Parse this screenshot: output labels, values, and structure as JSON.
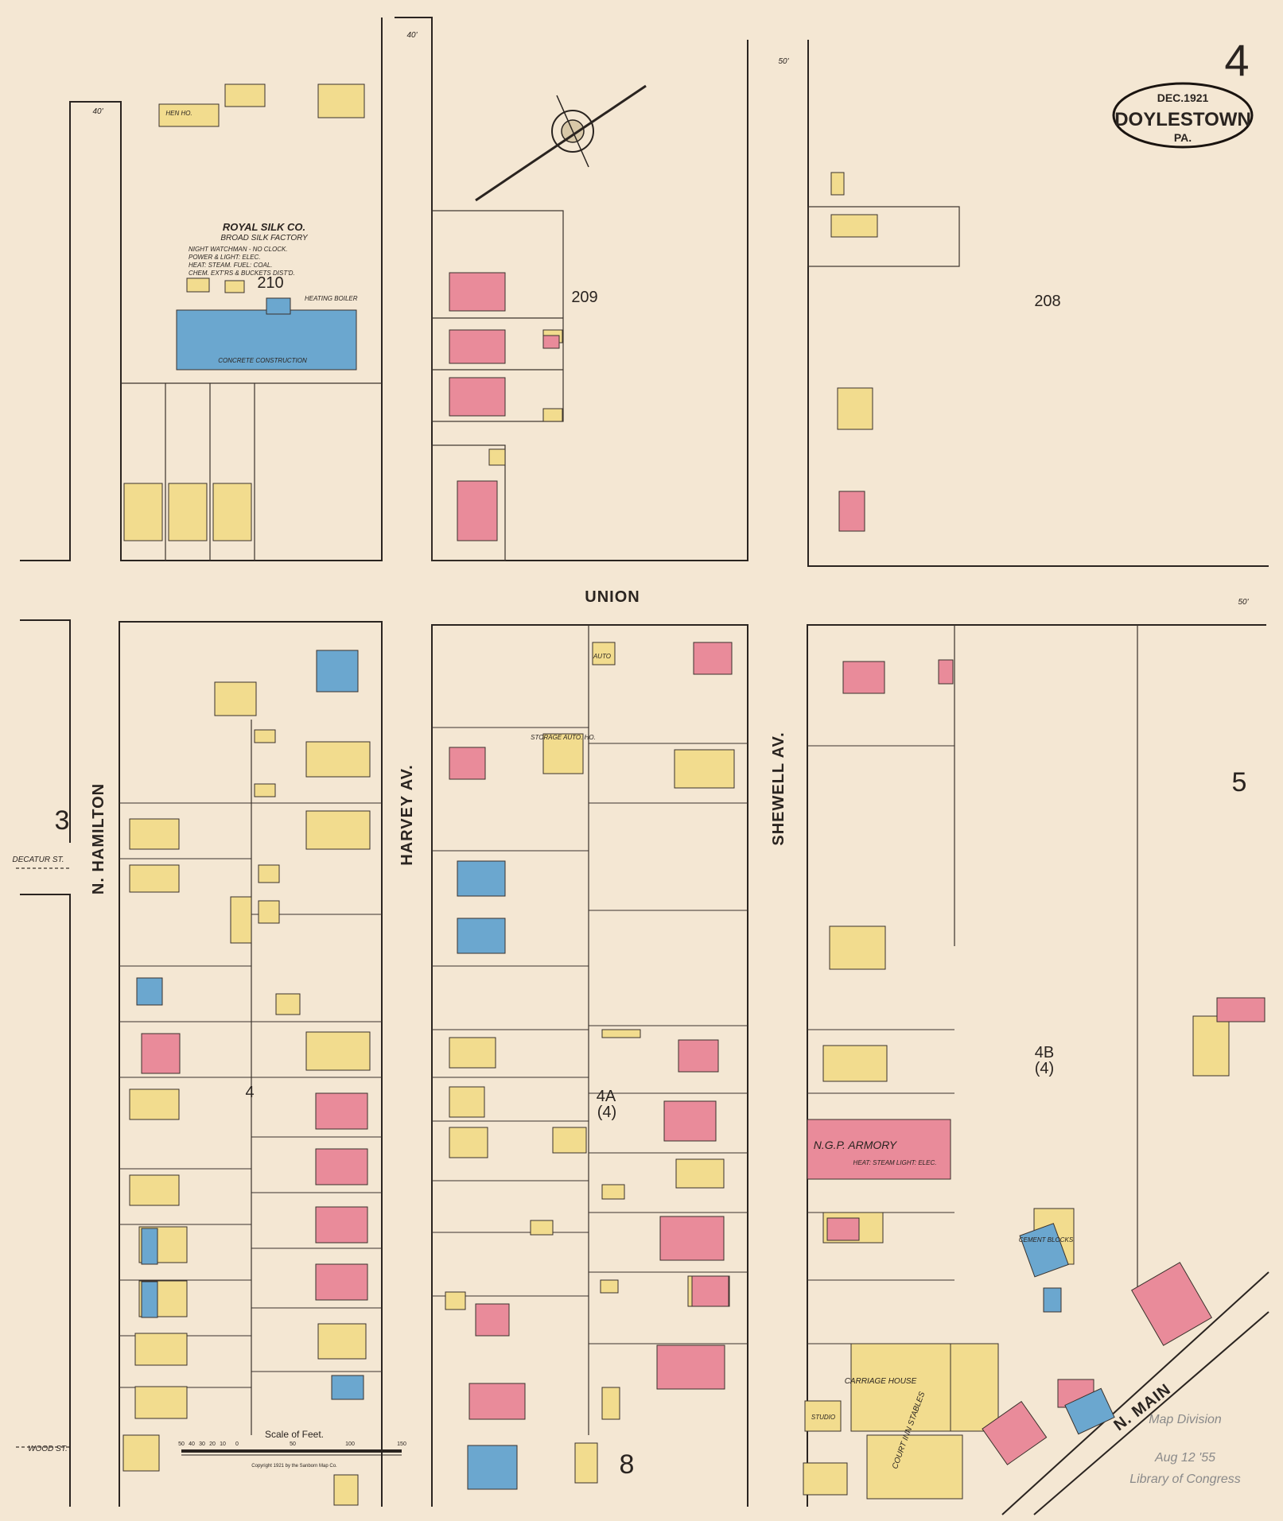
{
  "sheet": {
    "number": "4",
    "date": "DEC.1921",
    "city": "DOYLESTOWN",
    "state": "PA."
  },
  "streets": {
    "n_hamilton": "N. HAMILTON",
    "harvey": "HARVEY AV.",
    "shewell": "SHEWELL AV.",
    "union": "UNION",
    "decatur": "DECATUR ST.",
    "wood": "WOOD ST.",
    "n_main": "N. MAIN"
  },
  "blocks": [
    "210",
    "209",
    "208",
    "4",
    "4A",
    "(4)",
    "4B",
    "(4)"
  ],
  "adjacent_sheets": [
    "3",
    "5",
    "8"
  ],
  "factory": {
    "name": "ROYAL SILK CO.",
    "type": "BROAD SILK FACTORY",
    "notes": [
      "NIGHT WATCHMAN - NO CLOCK.",
      "POWER & LIGHT: ELEC.",
      "HEAT: STEAM. FUEL: COAL.",
      "CHEM. EXT'RS & BUCKETS DIST'D."
    ],
    "construction": "CONCRETE CONSTRUCTION",
    "boiler": "HEATING BOILER"
  },
  "armory": {
    "name": "N.G.P. ARMORY",
    "notes": "HEAT: STEAM LIGHT: ELEC."
  },
  "other_labels": {
    "hen_ho": "HEN HO.",
    "stable": "CARRIAGE HOUSE",
    "court_inn": "COURT INN STABLES",
    "studio": "STUDIO",
    "cement_blocks": "CEMENT BLOCKS",
    "storage": "STORAGE AUTO. HO.",
    "auto": "AUTO"
  },
  "widths": {
    "hamilton": "40'",
    "harvey": "40'",
    "shewell": "50'",
    "union": "50'"
  },
  "scale": {
    "title": "Scale of Feet.",
    "ticks": [
      "50",
      "40",
      "30",
      "20",
      "10",
      "0",
      "50",
      "100",
      "150"
    ]
  },
  "copyright": "Copyright 1921 by the Sanborn Map Co.",
  "stamp": [
    "Map Division",
    "Aug 12 '55",
    "Library of Congress"
  ],
  "colors": {
    "paper": "#f4e7d3",
    "frame_dwelling": "#f2dc8e",
    "brick": "#e98b9a",
    "stone_concrete": "#6ba7cf"
  }
}
